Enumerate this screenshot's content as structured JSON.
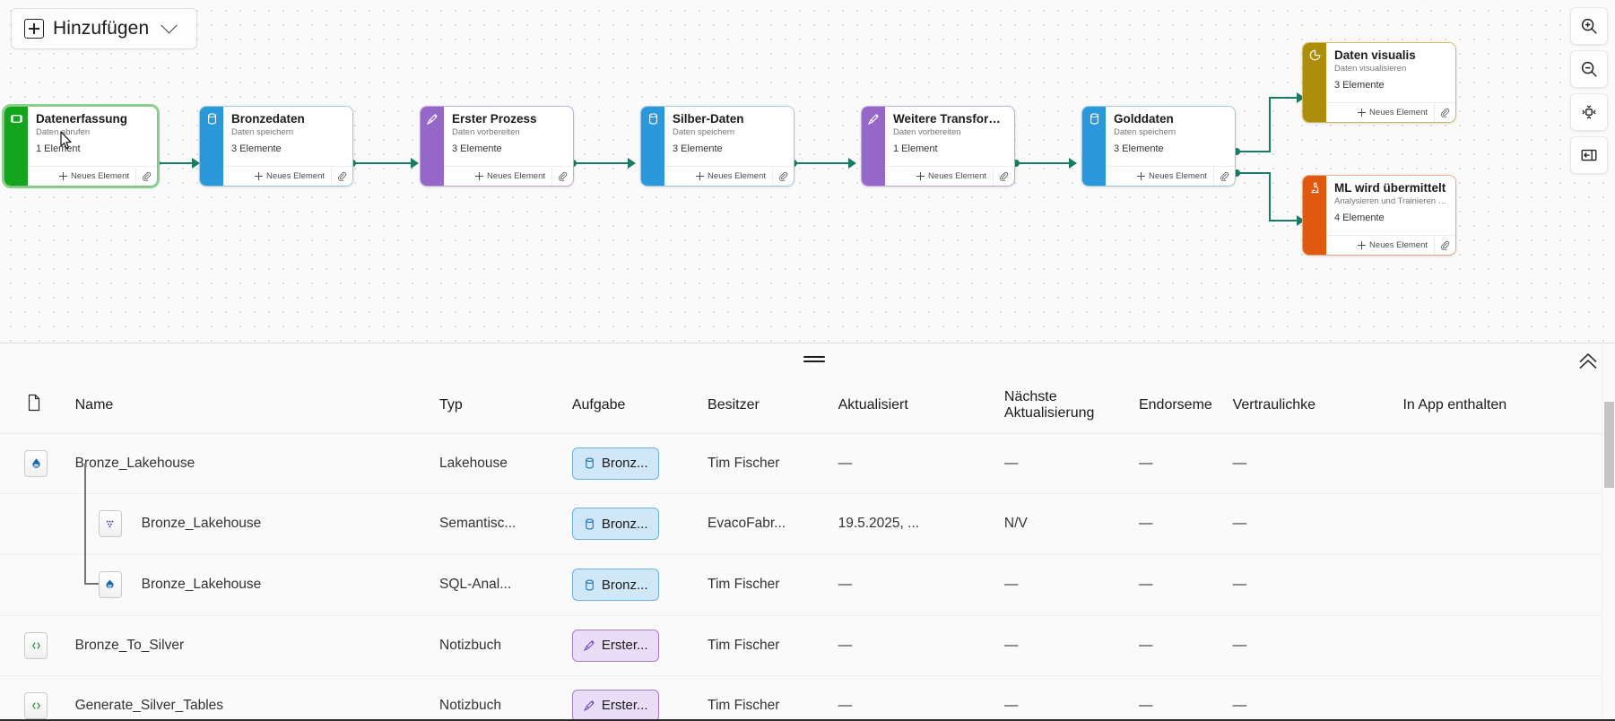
{
  "toolbar": {
    "add_label": "Hinzufügen",
    "add_icon": "plus-square-icon",
    "chevron_icon": "chevron-down-icon"
  },
  "canvas": {
    "zoom_in_icon": "zoom-in-icon",
    "zoom_out_icon": "zoom-out-icon",
    "fit_view_icon": "fit-to-view-icon",
    "collapse_panel_icon": "collapse-left-panel-icon",
    "new_item_label": "Neues Element",
    "attach_icon": "paperclip-icon",
    "nodes": [
      {
        "title": "Datenerfassung",
        "subtitle": "Daten abrufen",
        "count": "1 Element",
        "color": "#14a51e",
        "icon": "gateway-icon",
        "selected": true
      },
      {
        "title": "Bronzedaten",
        "subtitle": "Daten speichern",
        "count": "3 Elemente",
        "color": "#2b98d9",
        "icon": "database-icon",
        "selected": false
      },
      {
        "title": "Erster Prozess",
        "subtitle": "Daten vorbereiten",
        "count": "3 Elemente",
        "color": "#9467c8",
        "icon": "broom-icon",
        "selected": false
      },
      {
        "title": "Silber-Daten",
        "subtitle": "Daten speichern",
        "count": "3 Elemente",
        "color": "#2b98d9",
        "icon": "database-icon",
        "selected": false
      },
      {
        "title": "Weitere Transform...",
        "subtitle": "Daten vorbereiten",
        "count": "1 Element",
        "color": "#9467c8",
        "icon": "broom-icon",
        "selected": false
      },
      {
        "title": "Golddaten",
        "subtitle": "Daten speichern",
        "count": "3 Elemente",
        "color": "#2b98d9",
        "icon": "database-icon",
        "selected": false
      },
      {
        "title": "Daten visualis",
        "subtitle": "Daten visualisieren",
        "count": "3 Elemente",
        "color": "#ac8e0c",
        "icon": "pie-chart-icon",
        "selected": false
      },
      {
        "title": "ML wird übermittelt",
        "subtitle": "Analysieren und Trainieren von D...",
        "count": "4 Elemente",
        "color": "#e0590f",
        "icon": "microscope-icon",
        "selected": false
      }
    ]
  },
  "pane": {
    "resize_handle_icon": "drag-handle-icon",
    "collapse_icon": "chevron-double-up-icon",
    "columns": [
      {
        "label": "",
        "icon": "file-icon"
      },
      {
        "label": "Name"
      },
      {
        "label": "Typ"
      },
      {
        "label": "Aufgabe"
      },
      {
        "label": "Besitzer"
      },
      {
        "label": "Aktualisiert"
      },
      {
        "label": "Nächste Aktualisierung"
      },
      {
        "label": "Endorseme"
      },
      {
        "label": "Vertraulichke"
      },
      {
        "label": "In App enthalten"
      }
    ],
    "rows": [
      {
        "icon": "lakehouse-icon",
        "indent": 0,
        "name": "Bronze_Lakehouse",
        "typ": "Lakehouse",
        "aufgabe": "Bronz...",
        "aufgabe_style": "blue",
        "aufgabe_icon": "database-icon",
        "besitzer": "Tim Fischer",
        "aktualisiert": "—",
        "naechste": "—",
        "endorsement": "—",
        "vertraulichkeit": "—",
        "in_app": ""
      },
      {
        "icon": "semantic-model-icon",
        "indent": 1,
        "name": "Bronze_Lakehouse",
        "typ": "Semantisc...",
        "aufgabe": "Bronz...",
        "aufgabe_style": "blue",
        "aufgabe_icon": "database-icon",
        "besitzer": "EvacoFabr...",
        "aktualisiert": "19.5.2025, ...",
        "naechste": "N/V",
        "endorsement": "—",
        "vertraulichkeit": "—",
        "in_app": ""
      },
      {
        "icon": "sql-endpoint-icon",
        "indent": 1,
        "name": "Bronze_Lakehouse",
        "typ": "SQL-Anal...",
        "aufgabe": "Bronz...",
        "aufgabe_style": "blue",
        "aufgabe_icon": "database-icon",
        "besitzer": "Tim Fischer",
        "aktualisiert": "—",
        "naechste": "—",
        "endorsement": "—",
        "vertraulichkeit": "—",
        "in_app": ""
      },
      {
        "icon": "notebook-icon",
        "indent": 0,
        "name": "Bronze_To_Silver",
        "typ": "Notizbuch",
        "aufgabe": "Erster...",
        "aufgabe_style": "purple",
        "aufgabe_icon": "broom-icon",
        "besitzer": "Tim Fischer",
        "aktualisiert": "—",
        "naechste": "—",
        "endorsement": "—",
        "vertraulichkeit": "—",
        "in_app": ""
      },
      {
        "icon": "notebook-icon",
        "indent": 0,
        "name": "Generate_Silver_Tables",
        "typ": "Notizbuch",
        "aufgabe": "Erster...",
        "aufgabe_style": "purple",
        "aufgabe_icon": "broom-icon",
        "besitzer": "Tim Fischer",
        "aktualisiert": "—",
        "naechste": "—",
        "endorsement": "—",
        "vertraulichkeit": "—",
        "in_app": ""
      }
    ]
  },
  "colors": {
    "edge": "#1a7a63",
    "accent_blue": "#2b98d9",
    "selection_green": "#8ad08a"
  }
}
